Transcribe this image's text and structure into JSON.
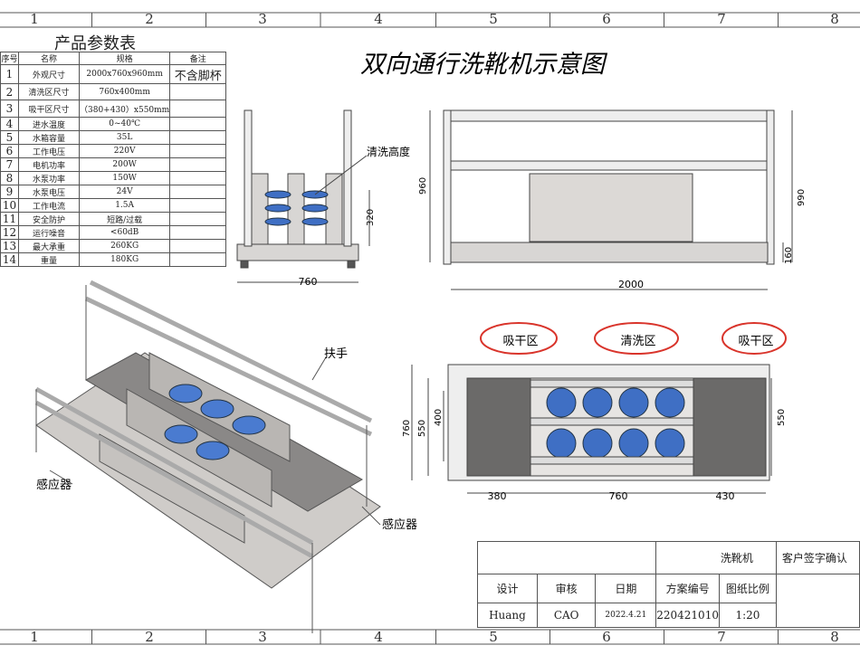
{
  "border": {
    "columns": [
      "1",
      "2",
      "3",
      "4",
      "5",
      "6",
      "7",
      "8"
    ]
  },
  "main_title": "双向通行洗靴机示意图",
  "params_table": {
    "title": "产品参数表",
    "headers": [
      "序号",
      "名称",
      "规格",
      "备注"
    ],
    "rows": [
      [
        "1",
        "外观尺寸",
        "2000x760x960mm",
        "不含脚杯"
      ],
      [
        "2",
        "清洗区尺寸",
        "760x400mm",
        ""
      ],
      [
        "3",
        "吸干区尺寸",
        "（380+430）x550mm",
        ""
      ],
      [
        "4",
        "进水温度",
        "0~40℃",
        ""
      ],
      [
        "5",
        "水箱容量",
        "35L",
        ""
      ],
      [
        "6",
        "工作电压",
        "220V",
        ""
      ],
      [
        "7",
        "电机功率",
        "200W",
        ""
      ],
      [
        "8",
        "水泵功率",
        "150W",
        ""
      ],
      [
        "9",
        "水泵电压",
        "24V",
        ""
      ],
      [
        "10",
        "工作电流",
        "1.5A",
        ""
      ],
      [
        "11",
        "安全防护",
        "短路/过载",
        ""
      ],
      [
        "12",
        "运行噪音",
        "<60dB",
        ""
      ],
      [
        "13",
        "最大承重",
        "260KG",
        ""
      ],
      [
        "14",
        "重量",
        "180KG",
        ""
      ]
    ]
  },
  "front_view": {
    "width": "760",
    "wash_height_label": "清洗高度",
    "height": "320"
  },
  "side_view": {
    "height_left": "960",
    "height_right": "990",
    "base": "160",
    "length": "2000"
  },
  "top_view": {
    "zone_left": "吸干区",
    "zone_mid": "清洗区",
    "zone_right": "吸干区",
    "w_outer": "760",
    "w_dry": "550",
    "w_wash": "400",
    "w_dry_right": "550",
    "len_left": "380",
    "len_mid": "760",
    "len_right": "430",
    "highlight_color": "#d9342b"
  },
  "iso_view": {
    "handrail": "扶手",
    "sensor_left": "感应器",
    "sensor_right": "感应器"
  },
  "title_block": {
    "product": "洗靴机",
    "customer_sign": "客户签字确认",
    "designer_label": "设计",
    "reviewer_label": "审核",
    "date_label": "日期",
    "plan_no_label": "方案编号",
    "scale_label": "图纸比例",
    "designer": "Huang",
    "reviewer": "CAO",
    "date": "2022.4.21",
    "plan_no": "220421010",
    "scale": "1:20"
  }
}
